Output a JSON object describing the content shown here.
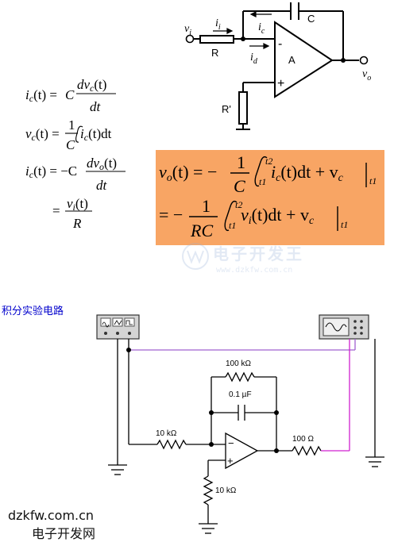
{
  "top_circuit": {
    "labels": {
      "vi": "v",
      "vi_sub": "i",
      "ii": "i",
      "ii_sub": "i",
      "ic": "i",
      "ic_sub": "c",
      "id": "i",
      "id_sub": "d",
      "R": "R",
      "C": "C",
      "A": "A",
      "minus": "-",
      "plus": "+",
      "Rprime": "R'",
      "vo": "v",
      "vo_sub": "o"
    }
  },
  "equations_left": {
    "eq1_lhs": "i",
    "eq1_lhs_sub": "c",
    "eq1_lhs_arg": "(t) =",
    "eq1_coef": "C",
    "eq1_num": "dv",
    "eq1_num_sub": "c",
    "eq1_num_arg": "(t)",
    "eq1_den": "dt",
    "eq2_lhs": "v",
    "eq2_lhs_sub": "c",
    "eq2_lhs_arg": "(t) =",
    "eq2_num": "1",
    "eq2_den": "C",
    "eq2_integrand": "i",
    "eq2_integrand_sub": "c",
    "eq2_integrand_arg": "(t)dt",
    "eq3_lhs": "i",
    "eq3_lhs_sub": "c",
    "eq3_lhs_arg": "(t) = −C",
    "eq3_num": "dv",
    "eq3_num_sub": "o",
    "eq3_num_arg": "(t)",
    "eq3_den": "dt",
    "eq4_eq": "=",
    "eq4_num": "v",
    "eq4_num_sub": "i",
    "eq4_num_arg": "(t)",
    "eq4_den": "R"
  },
  "equations_box": {
    "row1_lhs": "v",
    "row1_lhs_sub": "o",
    "row1_lhs_arg": "(t) = −",
    "row1_num": "1",
    "row1_den": "C",
    "row1_upper": "t2",
    "row1_lower": "t1",
    "row1_body": "i",
    "row1_body_sub": "c",
    "row1_body_arg": "(t)dt + v",
    "row1_tail_sub": "c",
    "row1_eval": "t1",
    "row2_eq": "= −",
    "row2_num": "1",
    "row2_den": "RC",
    "row2_upper": "t2",
    "row2_lower": "t1",
    "row2_body": "v",
    "row2_body_sub": "i",
    "row2_body_arg": "(t)dt + v",
    "row2_tail_sub": "c",
    "row2_eval": "t1"
  },
  "watermark": {
    "cn": "电子开发王",
    "url": "www.dzkfw.com.cn"
  },
  "experiment": {
    "title": "积分实验电路",
    "r_feedback": "100 kΩ",
    "c_feedback": "0.1 µF",
    "r_input": "10 kΩ",
    "r_output": "100 Ω",
    "r_ground": "10 kΩ",
    "minus": "−",
    "plus": "+"
  },
  "footer": {
    "url": "dzkfw.com.cn",
    "cn": "电子开发网"
  },
  "colors": {
    "box": "#f8a564",
    "wire_purple": "#a060d0",
    "wire_magenta": "#d020d0",
    "title_blue": "#0000cc"
  }
}
